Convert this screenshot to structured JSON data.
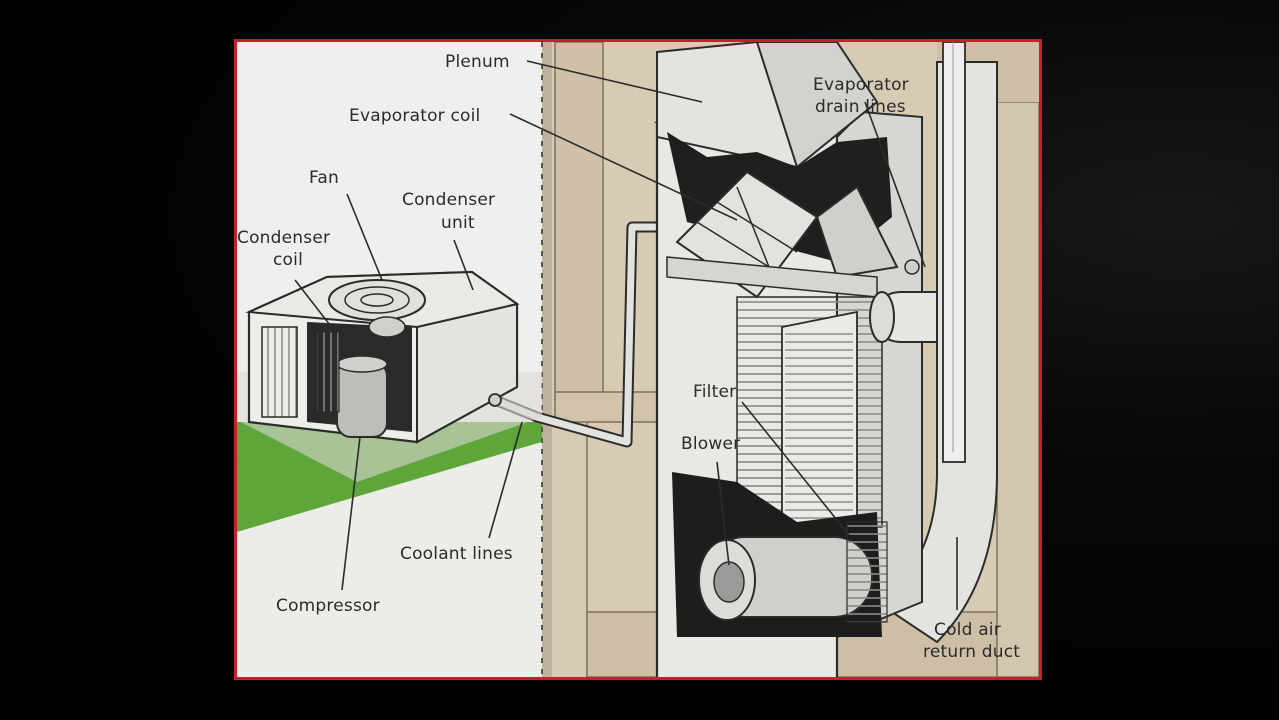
{
  "colors": {
    "frame_border": "#c8202a",
    "wall": "#d8cbb4",
    "grass": "#5ea53a",
    "background": "#030303",
    "metal": "#e6e6e3",
    "outline": "#2b2b2b"
  },
  "diagram": {
    "labels": {
      "plenum": "Plenum",
      "evaporator_coil": "Evaporator coil",
      "evaporator_drain_lines_1": "Evaporator",
      "evaporator_drain_lines_2": "drain lines",
      "fan": "Fan",
      "condenser_unit_1": "Condenser",
      "condenser_unit_2": "unit",
      "condenser_coil_1": "Condenser",
      "condenser_coil_2": "coil",
      "filter": "Filter",
      "blower": "Blower",
      "coolant_lines": "Coolant lines",
      "compressor": "Compressor",
      "cold_air_return_duct_1": "Cold air",
      "cold_air_return_duct_2": "return duct"
    }
  }
}
